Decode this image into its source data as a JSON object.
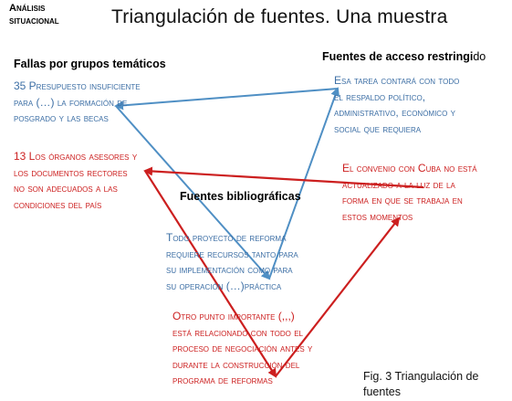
{
  "section_label": [
    "Análisis",
    "situacional"
  ],
  "title": "Triangulación de fuentes. Una muestra",
  "headings": {
    "left": "Fallas por grupos temáticos",
    "right_bold": "Fuentes de acceso restringi",
    "right_tail": "do",
    "middle": "Fuentes bibliográficas"
  },
  "blocks": {
    "left_blue": [
      "35 Presupuesto insuficiente",
      "para (…) la formación de",
      "posgrado y las becas"
    ],
    "left_red": [
      "13 Los órganos asesores y",
      "los documentos rectores",
      "no son adecuados a las",
      "condiciones del país"
    ],
    "right_blue": [
      "Esa tarea contará con todo",
      "el respaldo político,",
      "administrativo, económico y",
      "social que requiera"
    ],
    "right_red": [
      "El convenio con Cuba no está",
      "actualizado a la luz de la",
      "forma en que se trabaja en",
      "estos momentos"
    ],
    "middle_blue": [
      "Todo proyecto  de reforma",
      "requiere recursos tanto para",
      "su implementación como para",
      "su operación (…)práctica"
    ],
    "bottom_red": [
      "Otro punto importante (,,,)",
      "está relacionado con todo el",
      "proceso de negociación antes y",
      "durante la construcción del",
      "programa de reformas"
    ]
  },
  "caption": [
    "Fig. 3 Triangulación de",
    "fuentes"
  ],
  "colors": {
    "blue": "#4f8fc4",
    "red": "#cc1f1f"
  }
}
